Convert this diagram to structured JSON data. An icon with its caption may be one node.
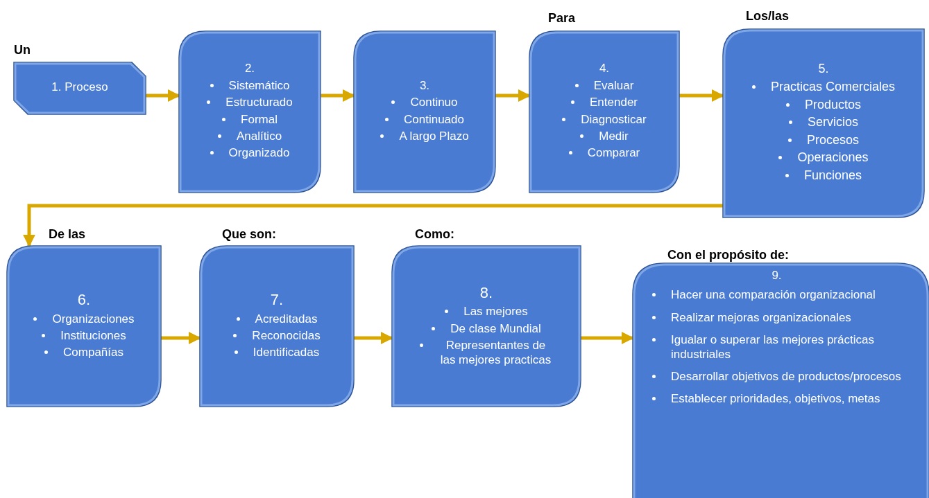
{
  "diagram": {
    "nodes": [
      {
        "text": [
          "1. Proceso"
        ],
        "beside": [
          "Un"
        ]
      },
      {
        "text": [
          "2.",
          "Sistemático",
          "Estructurado",
          "Formal",
          "Analítico",
          "Organizado"
        ]
      },
      {
        "text": [
          "3.",
          "Continuo",
          "Continuado",
          "A largo Plazo"
        ]
      },
      {
        "text": [
          "4.",
          "Evaluar",
          "Entender",
          "Diagnosticar",
          "Medir",
          "Comparar"
        ],
        "beside": [
          "Para"
        ]
      },
      {
        "text": [
          "5.",
          "Practicas Comerciales",
          "Productos",
          "Servicios",
          "Procesos",
          "Operaciones",
          "Funciones"
        ],
        "beside": [
          "Los/las"
        ]
      },
      {
        "text": [
          "6.",
          "Organizaciones",
          "Instituciones",
          "Compañías"
        ],
        "beside": [
          "De las"
        ]
      },
      {
        "text": [
          "7.",
          "Acreditadas",
          "Reconocidas",
          "Identificadas"
        ],
        "beside": [
          "Que son:"
        ]
      },
      {
        "text": [
          "8.",
          "Las mejores",
          "De clase Mundial",
          "Representantes de las mejores practicas"
        ],
        "beside": [
          "Como:"
        ]
      },
      {
        "text": [
          "9.",
          "Hacer una comparación organizacional",
          "Realizar mejoras organizacionales",
          "Igualar o superar las mejores prácticas industriales",
          "Desarrollar objetivos de productos/procesos",
          "Establecer prioridades, objetivos, metas"
        ],
        "beside": [
          "Con el propósito de:"
        ]
      }
    ],
    "edges": [
      {
        "from": 0,
        "to": 1,
        "arrow": "to"
      },
      {
        "from": 1,
        "to": 2,
        "arrow": "to"
      },
      {
        "from": 2,
        "to": 3,
        "arrow": "to"
      },
      {
        "from": 3,
        "to": 4,
        "arrow": "to"
      },
      {
        "from": 4,
        "to": 5,
        "arrow": "to"
      },
      {
        "from": 5,
        "to": 6,
        "arrow": "to"
      },
      {
        "from": 6,
        "to": 7,
        "arrow": "to"
      },
      {
        "from": 7,
        "to": 8,
        "arrow": "to"
      }
    ]
  }
}
